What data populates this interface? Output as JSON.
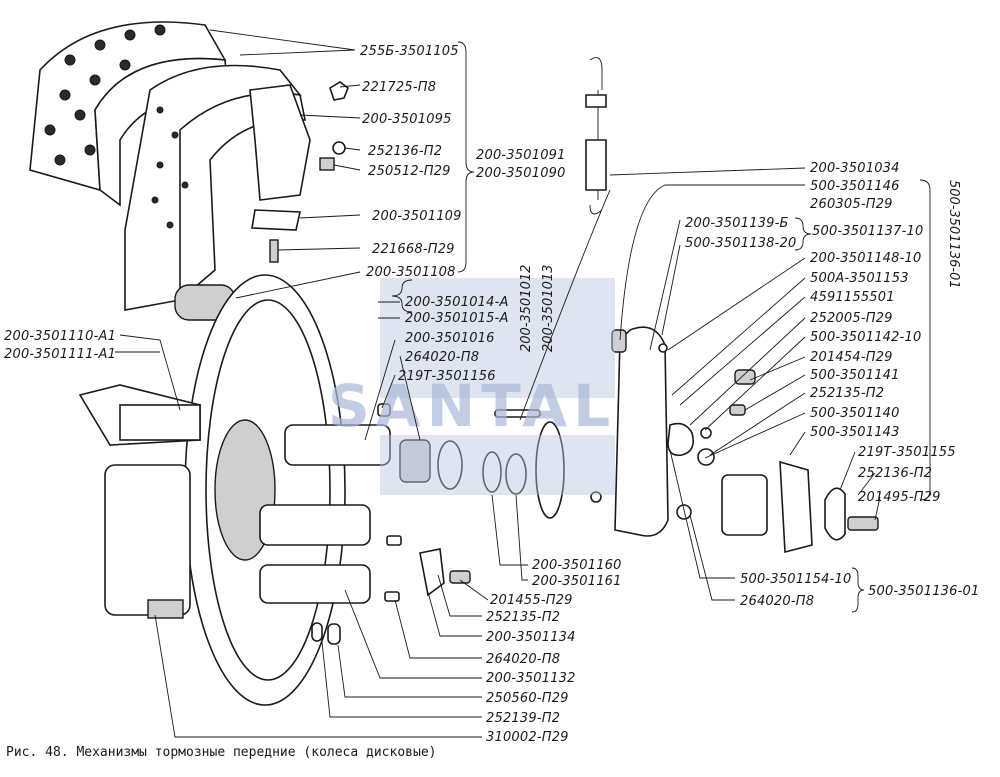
{
  "caption": "Рис. 48. Механизмы тормозные передние (колеса дисковые)",
  "watermark": "SANTAL",
  "labels": {
    "p01": "255Б-3501105",
    "p02": "221725-П8",
    "p03": "200-3501095",
    "p04": "252136-П2",
    "p05": "250512-П29",
    "p06": "200-3501109",
    "p07": "221668-П29",
    "p08": "200-3501108",
    "p09": "200-3501091",
    "p10": "200-3501090",
    "p11": "200-3501034",
    "p12": "500-3501146",
    "p13": "260305-П29",
    "p14": "200-3501139-Б",
    "p15": "500-3501138-20",
    "p16": "500-3501137-10",
    "p17": "500-3501136-01",
    "p18": "200-3501148-10",
    "p19": "500А-3501153",
    "p20": "4591155501",
    "p21": "252005-П29",
    "p22": "500-3501142-10",
    "p23": "201454-П29",
    "p24": "500-3501141",
    "p25": "252135-П2",
    "p26": "500-3501140",
    "p27": "500-3501143",
    "p28": "219Т-3501155",
    "p29": "252136-П2",
    "p30": "201495-П29",
    "p31": "200-3501014-А",
    "p32": "200-3501015-А",
    "p33": "200-3501016",
    "p34": "264020-П8",
    "p35": "219Т-3501156",
    "p36": "200-3501012",
    "p37": "200-3501013",
    "p38": "200-3501110-А1",
    "p39": "200-3501111-А1",
    "p40": "200-3501160",
    "p41": "200-3501161",
    "p42": "201455-П29",
    "p43": "252135-П2",
    "p44": "200-3501134",
    "p45": "264020-П8",
    "p46": "200-3501132",
    "p47": "250560-П29",
    "p48": "252139-П2",
    "p49": "310002-П29",
    "p50": "500-3501154-10",
    "p51": "264020-П8",
    "p52": "500-3501136-01"
  }
}
